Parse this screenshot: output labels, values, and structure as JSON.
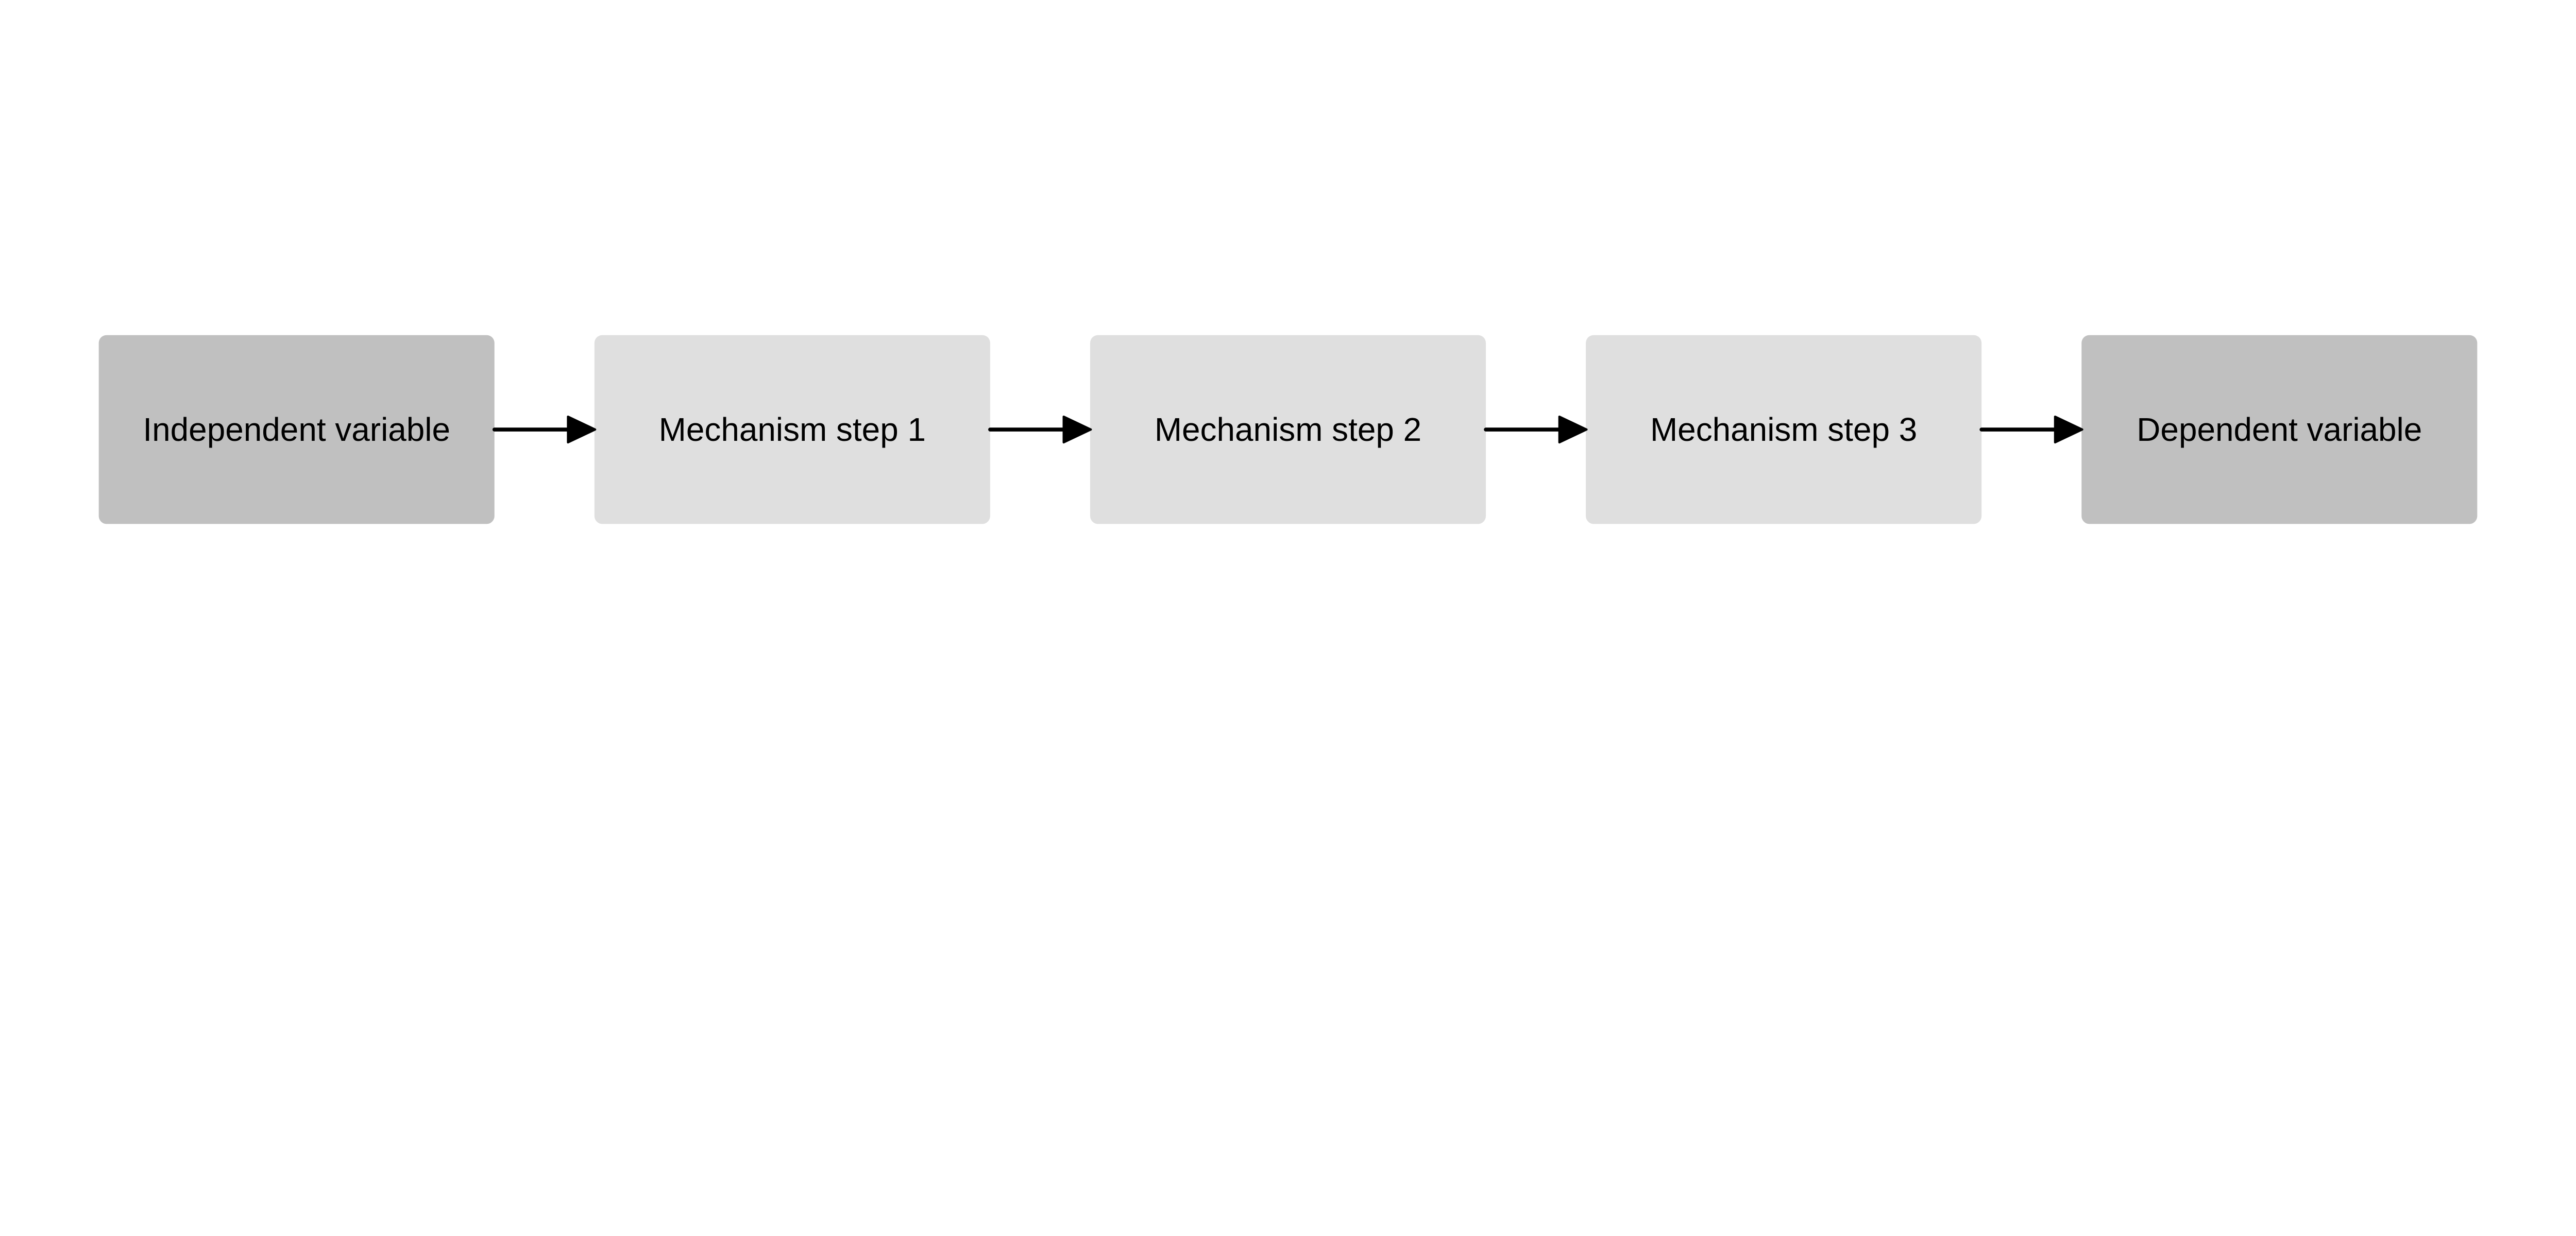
{
  "diagram": {
    "type": "flowchart",
    "direction": "left-to-right",
    "nodes": [
      {
        "id": "iv",
        "label": "Independent variable",
        "role": "variable"
      },
      {
        "id": "m1",
        "label": "Mechanism step 1",
        "role": "mechanism"
      },
      {
        "id": "m2",
        "label": "Mechanism step 2",
        "role": "mechanism"
      },
      {
        "id": "m3",
        "label": "Mechanism step 3",
        "role": "mechanism"
      },
      {
        "id": "dv",
        "label": "Dependent variable",
        "role": "variable"
      }
    ],
    "edges": [
      {
        "from": "iv",
        "to": "m1"
      },
      {
        "from": "m1",
        "to": "m2"
      },
      {
        "from": "m2",
        "to": "m3"
      },
      {
        "from": "m3",
        "to": "dv"
      }
    ],
    "colors": {
      "variable": "#c0c0c0",
      "mechanism": "#dfdfdf",
      "arrow": "#000000",
      "text": "#000000",
      "background": "#ffffff"
    }
  }
}
